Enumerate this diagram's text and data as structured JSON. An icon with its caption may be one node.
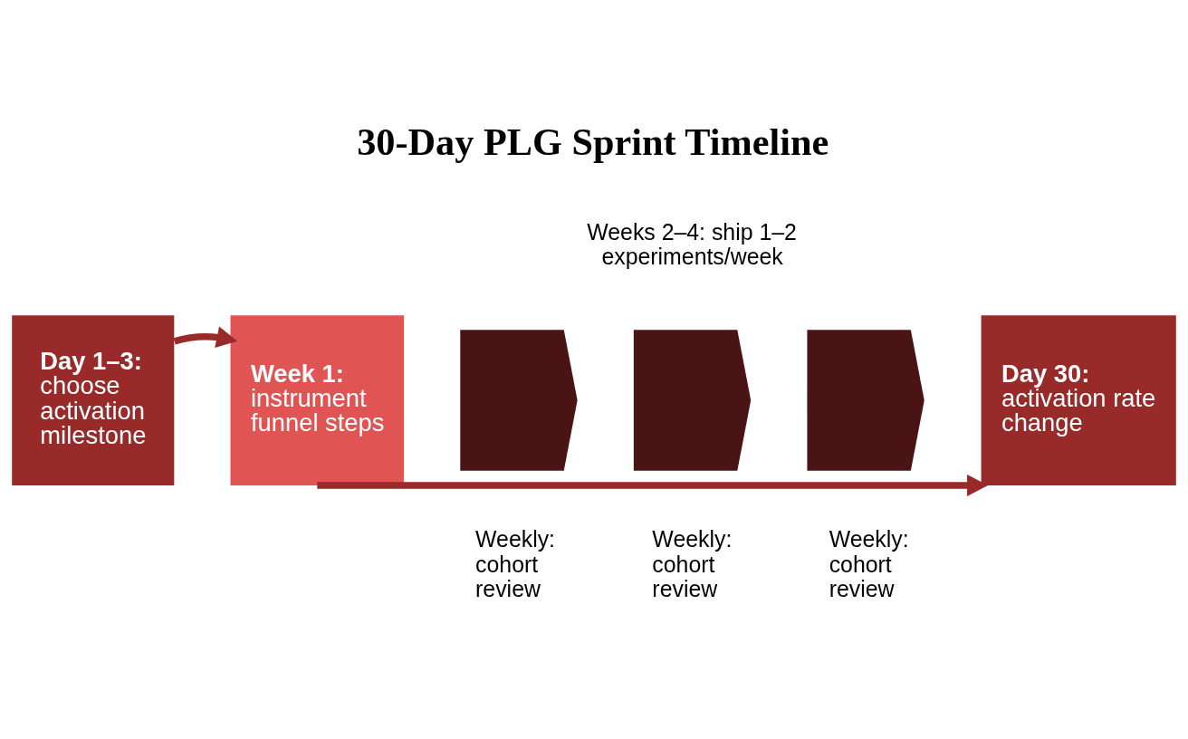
{
  "diagram": {
    "title": "30-Day PLG Sprint Timeline",
    "nodes": [
      {
        "text": [
          "Day 1–3:",
          "choose activation milestone"
        ]
      },
      {
        "text": [
          "Week 1:",
          "instrument funnel steps"
        ]
      },
      {
        "text": [],
        "shape": "chevron",
        "beside": [
          "Weekly: cohort review"
        ]
      },
      {
        "text": [],
        "shape": "chevron",
        "beside": [
          "Weekly: cohort review"
        ]
      },
      {
        "text": [],
        "shape": "chevron",
        "beside": [
          "Weekly: cohort review"
        ]
      },
      {
        "text": [
          "Day 30:",
          "activation rate change"
        ]
      }
    ],
    "edges": [
      {
        "from": 0,
        "to": 1,
        "arrow": "to"
      },
      {
        "from": 1,
        "to": 5,
        "arrow": "to"
      }
    ],
    "labels": [
      "Weeks 2–4: ship 1–2 experiments/week"
    ]
  }
}
